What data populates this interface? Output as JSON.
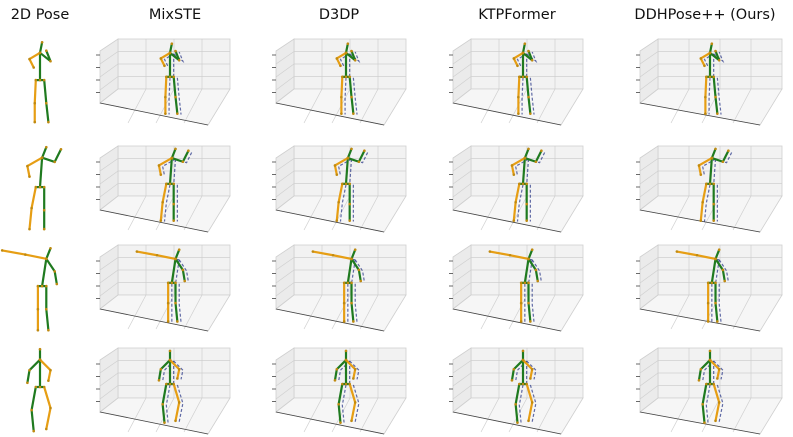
{
  "headers": {
    "pose2d": "2D Pose",
    "mixste": "MixSTE",
    "d3dp": "D3DP",
    "ktpformer": "KTPFormer",
    "ours": "DDHPose++ (Ours)"
  },
  "colors": {
    "right_limb": "#e69e14",
    "left_limb": "#1f7a1f",
    "ground_truth": "#2e3b8a",
    "grid": "#cfcfcf",
    "pane": "#f2f2f2"
  },
  "legend_semantics": {
    "solid": "prediction",
    "dashed": "ground-truth"
  }
}
